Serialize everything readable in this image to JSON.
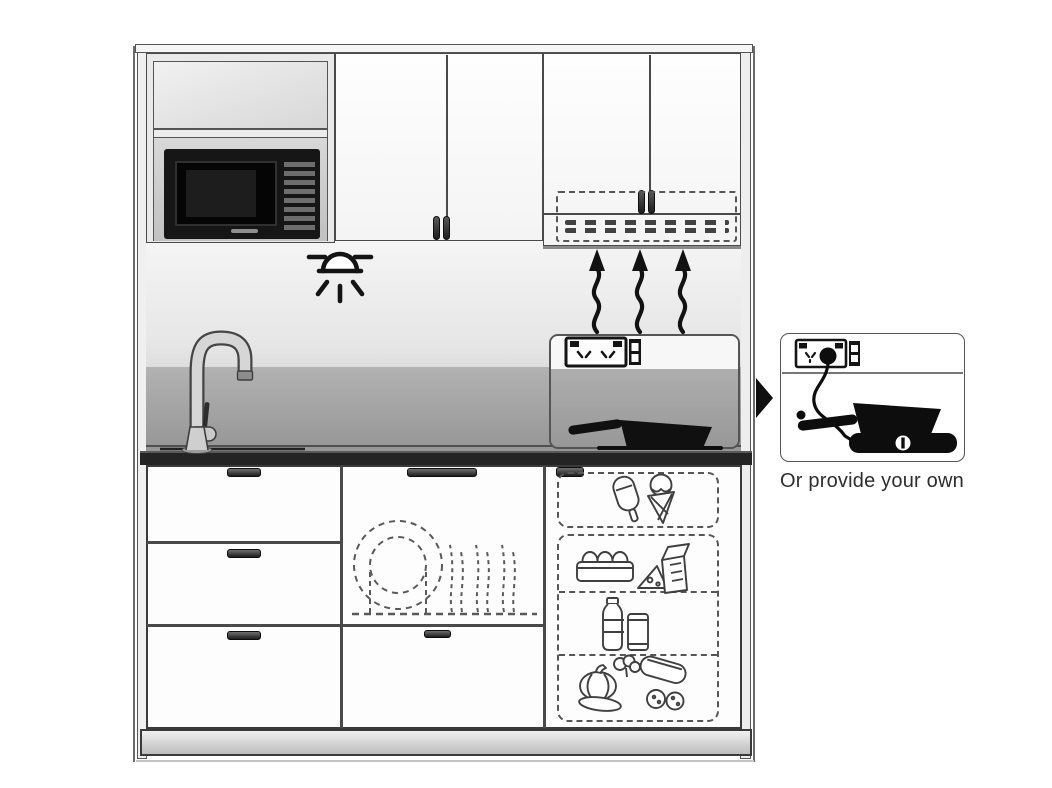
{
  "detail_callout": {
    "caption": "Or provide your own",
    "items": [
      "power-outlet",
      "plug-with-cord",
      "frying-pan",
      "portable-induction-cooktop"
    ]
  },
  "main_unit": {
    "upper_row": [
      "overhead-shelf",
      "built-in-microwave",
      "double-door-wall-cabinet",
      "double-door-wall-cabinet-with-rangehood"
    ],
    "rangehood": "concealed-rangehood-dashed-outline",
    "symbols": [
      "under-cabinet-light",
      "steam-arrows"
    ],
    "bench": [
      "gooseneck-mixer-tap",
      "double-power-outlet",
      "frying-pan-on-portable-cooktop"
    ],
    "lower_row": [
      "three-drawer-stack",
      "dish-rack-cabinet-dashed-outline",
      "under-bench-refrigerator-dashed-outline"
    ],
    "fridge_shelves": [
      "ice-cream",
      "eggs-cheese-milk",
      "bottled-drinks",
      "vegetables-and-sausage"
    ]
  },
  "colors": {
    "line": "#4a4a4a",
    "ink": "#101010",
    "splashback": "#a6a6a6",
    "benchtop": "#242424",
    "cabinet": "#fbfbfb",
    "wall": "#ececec"
  }
}
